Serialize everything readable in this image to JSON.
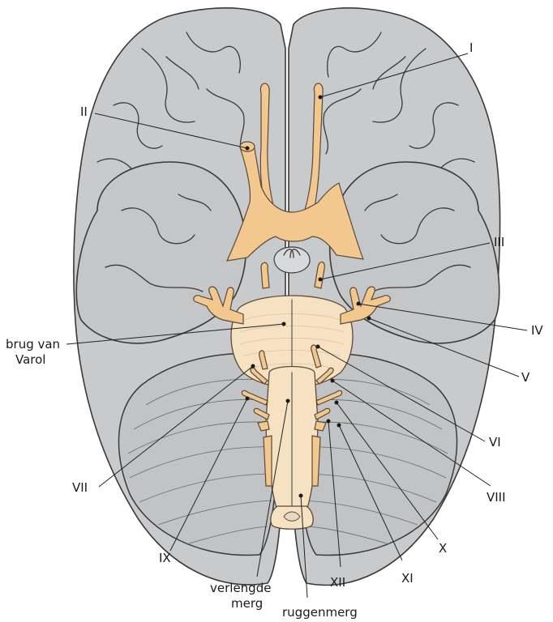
{
  "labels": {
    "I": "I",
    "II": "II",
    "III": "III",
    "IV": "IV",
    "V": "V",
    "VI": "VI",
    "VII": "VII",
    "VIII": "VIII",
    "IX": "IX",
    "X": "X",
    "XI": "XI",
    "XII": "XII",
    "pons_line1": "brug van",
    "pons_line2": "Varol",
    "medulla_line1": "verlengde",
    "medulla_line2": "merg",
    "spinal_cord": "ruggenmerg"
  },
  "colors": {
    "brain": "#c9cacc",
    "outline": "#3a3a3a",
    "nerve": "#f3c88e",
    "brainstem": "#f6e2c3",
    "label": "#1a1a1a"
  }
}
